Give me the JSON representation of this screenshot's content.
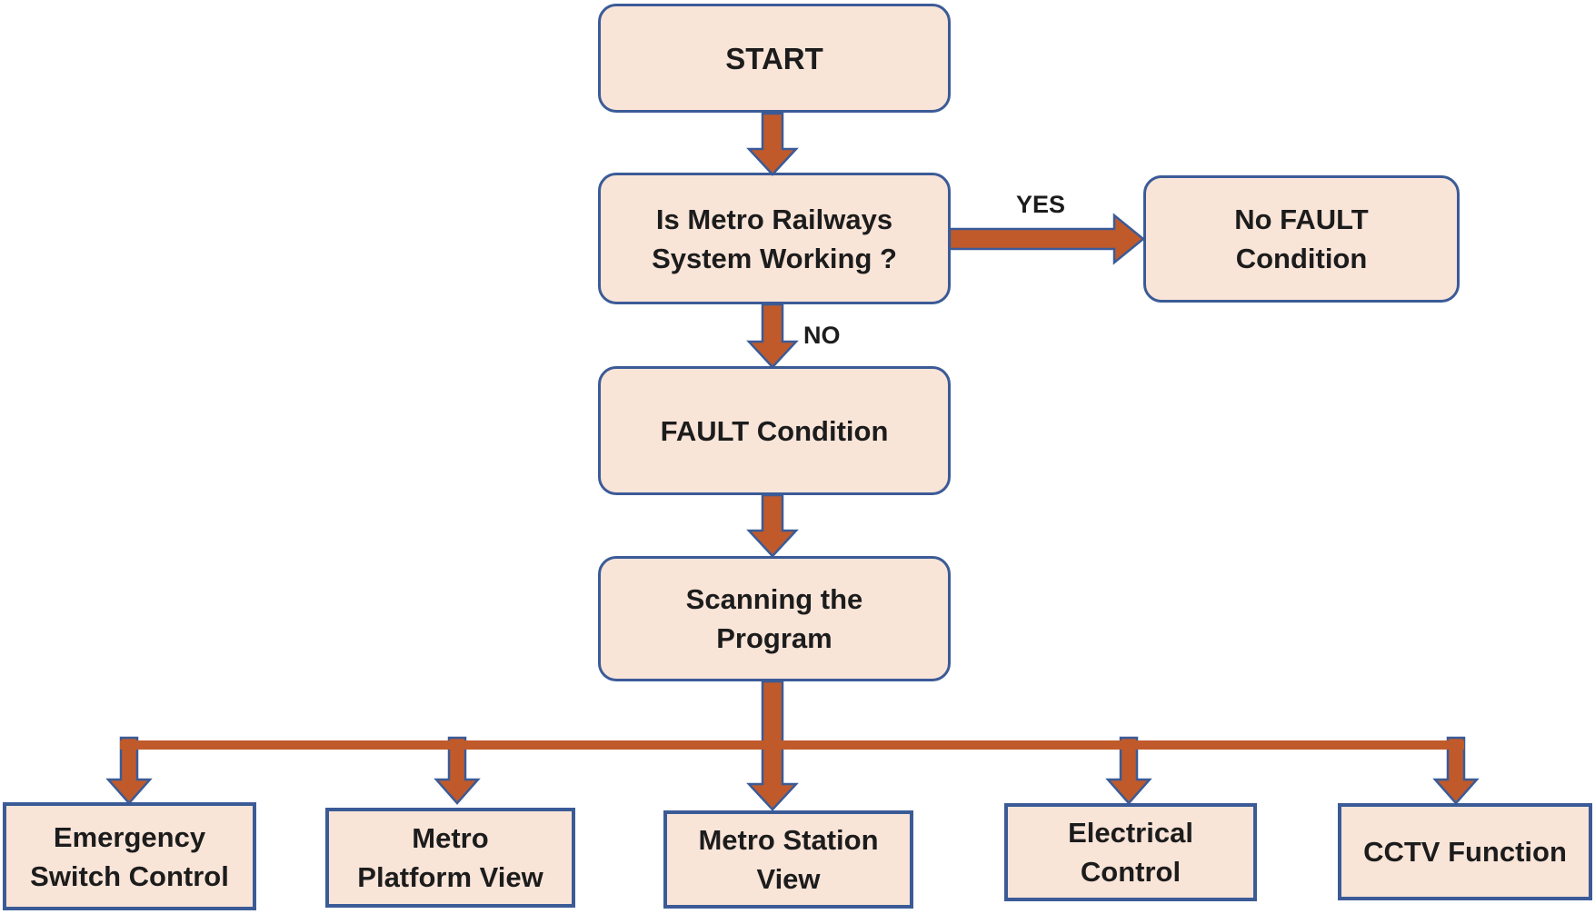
{
  "colors": {
    "background": "#ffffff",
    "box_fill": "#f9e4d8",
    "box_border": "#3b5b97",
    "arrow_fill": "#c05a2b",
    "arrow_outline": "#3b5b97",
    "text": "#1c1c1c"
  },
  "nodes": {
    "start": {
      "label": "START"
    },
    "decision": {
      "line1": "Is Metro Railways",
      "line2": "System Working ?"
    },
    "no_fault": {
      "line1": "No FAULT",
      "line2": "Condition"
    },
    "fault": {
      "label": "FAULT Condition"
    },
    "scanning": {
      "line1": "Scanning the",
      "line2": "Program"
    },
    "emergency": {
      "line1": "Emergency",
      "line2": "Switch Control"
    },
    "platform": {
      "line1": "Metro",
      "line2": "Platform View"
    },
    "station": {
      "line1": "Metro Station",
      "line2": "View"
    },
    "electrical": {
      "line1": "Electrical",
      "line2": "Control"
    },
    "cctv": {
      "label": "CCTV Function"
    }
  },
  "edge_labels": {
    "yes": "YES",
    "no": "NO"
  }
}
